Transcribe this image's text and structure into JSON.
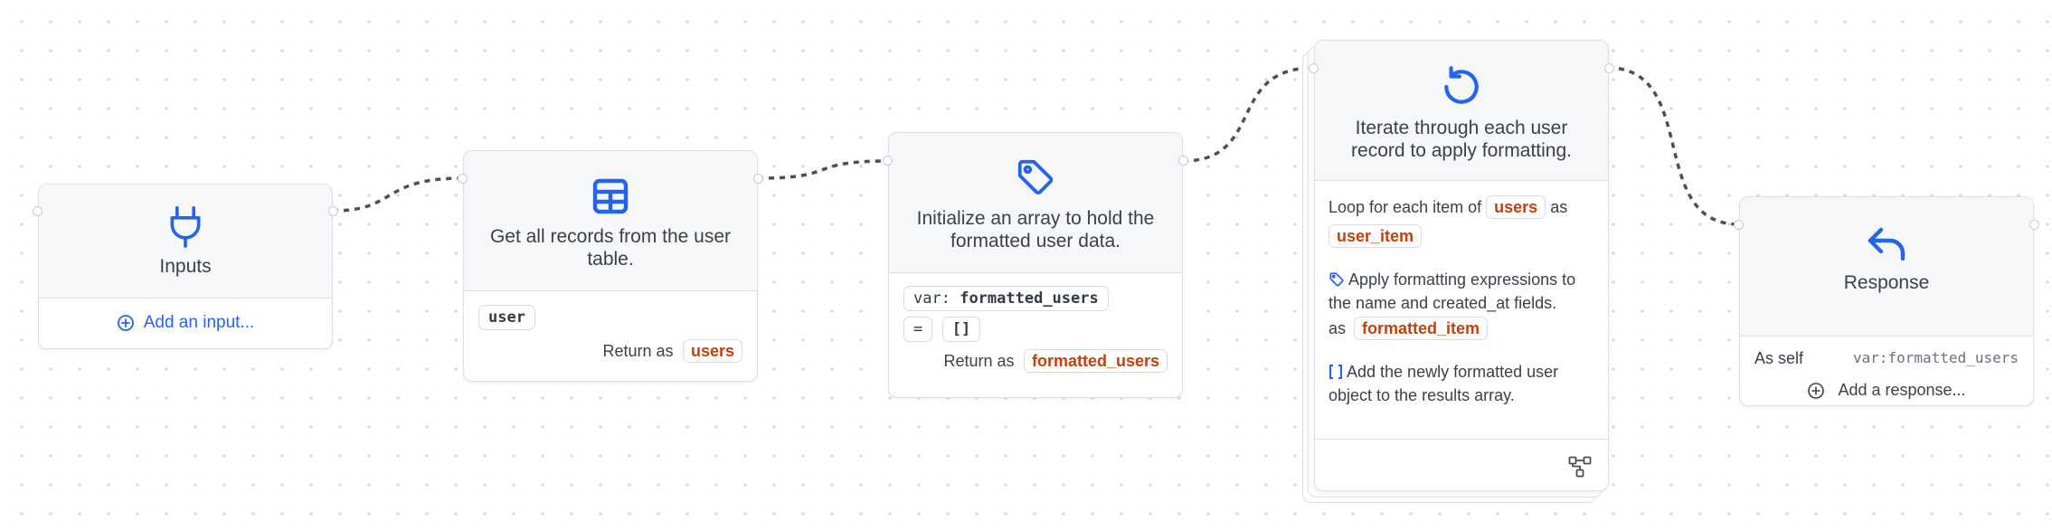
{
  "nodes": {
    "inputs": {
      "title": "Inputs",
      "add_label": "Add an input..."
    },
    "get_records": {
      "title": "Get all records from the user table.",
      "table": "user",
      "return_prefix": "Return as",
      "return_var": "users"
    },
    "init_array": {
      "title": "Initialize an array to hold the formatted user data.",
      "var_prefix": "var:",
      "var_name": "formatted_users",
      "eq": "=",
      "value": "[]",
      "return_prefix": "Return as",
      "return_var": "formatted_users"
    },
    "loop": {
      "title": "Iterate through each user record to apply formatting.",
      "loop_prefix": "Loop for each item of",
      "loop_source": "users",
      "as_label": "as",
      "loop_item": "user_item",
      "step1_text": "Apply formatting expressions to the name and created_at fields.",
      "step1_as": "as",
      "step1_var": "formatted_item",
      "step2_text": "Add the newly formatted user object to the results array."
    },
    "response": {
      "title": "Response",
      "as_self": "As self",
      "value": "var:formatted_users",
      "add_label": "Add a response..."
    }
  },
  "colors": {
    "accent": "#2563eb",
    "variable": "#c2410c",
    "edge": "#4b4f56"
  },
  "icons": {
    "inputs": "plug-icon",
    "get_records": "table-icon",
    "init_array": "tag-icon",
    "loop": "loop-icon",
    "response": "reply-icon",
    "step1": "tag-icon",
    "step2": "brackets-icon",
    "loop_footer": "branch-icon"
  }
}
